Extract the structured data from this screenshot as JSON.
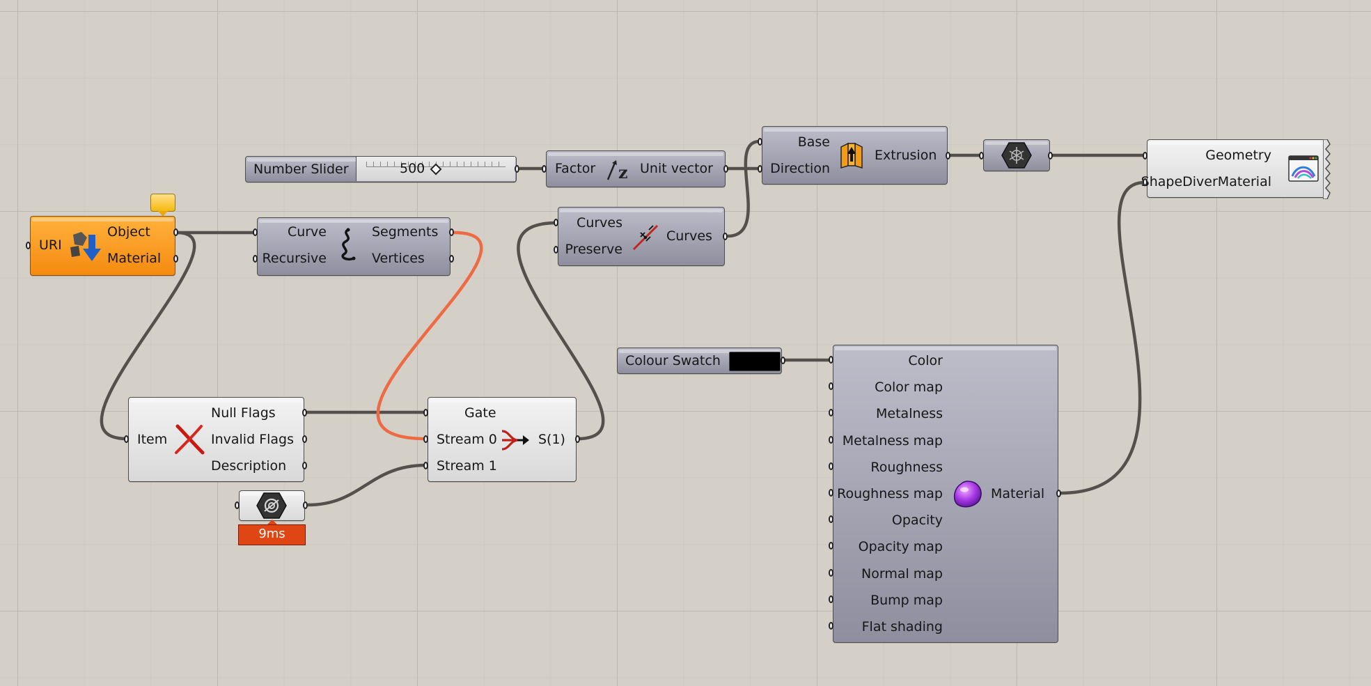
{
  "canvas": {
    "background": "#d4d0c8",
    "wire_color": "#54514c",
    "warning_wire_color": "#ee6a42"
  },
  "components": {
    "import_object": {
      "inputs": [
        "URI"
      ],
      "outputs": [
        "Object",
        "Material"
      ],
      "icon": "import-3dm-icon",
      "state": "warning",
      "accent": "#f5900f"
    },
    "number_slider": {
      "label": "Number Slider",
      "value": "500"
    },
    "unit_z": {
      "inputs": [
        "Factor"
      ],
      "outputs": [
        "Unit vector"
      ],
      "icon": "unit-z-icon"
    },
    "extrude": {
      "inputs": [
        "Base",
        "Direction"
      ],
      "outputs": [
        "Extrusion"
      ],
      "icon": "extrude-icon"
    },
    "mesh_convert": {
      "icon": "mesh-hex-icon"
    },
    "shapediver_output": {
      "inputs": [
        "Geometry",
        "ShapeDiverMaterial"
      ],
      "icon": "shapediver-output-icon"
    },
    "explode": {
      "inputs": [
        "Curve",
        "Recursive"
      ],
      "outputs": [
        "Segments",
        "Vertices"
      ],
      "icon": "explode-curve-icon"
    },
    "join_curves": {
      "inputs": [
        "Curves",
        "Preserve"
      ],
      "outputs": [
        "Curves"
      ],
      "icon": "join-curves-icon"
    },
    "null_item": {
      "inputs": [
        "Item"
      ],
      "outputs": [
        "Null Flags",
        "Invalid Flags",
        "Description"
      ],
      "icon": "null-check-icon"
    },
    "stream_gate": {
      "inputs": [
        "Gate",
        "Stream 0",
        "Stream 1"
      ],
      "outputs": [
        "S(1)"
      ],
      "icon": "stream-gate-icon"
    },
    "relay": {
      "icon": "relay-icon",
      "timer": "9ms"
    },
    "colour_swatch": {
      "label": "Colour Swatch",
      "color": "#000000"
    },
    "material": {
      "inputs": [
        "Color",
        "Color map",
        "Metalness",
        "Metalness map",
        "Roughness",
        "Roughness map",
        "Opacity",
        "Opacity map",
        "Normal map",
        "Bump map",
        "Flat shading"
      ],
      "outputs": [
        "Material"
      ],
      "icon": "material-gem-icon"
    }
  }
}
